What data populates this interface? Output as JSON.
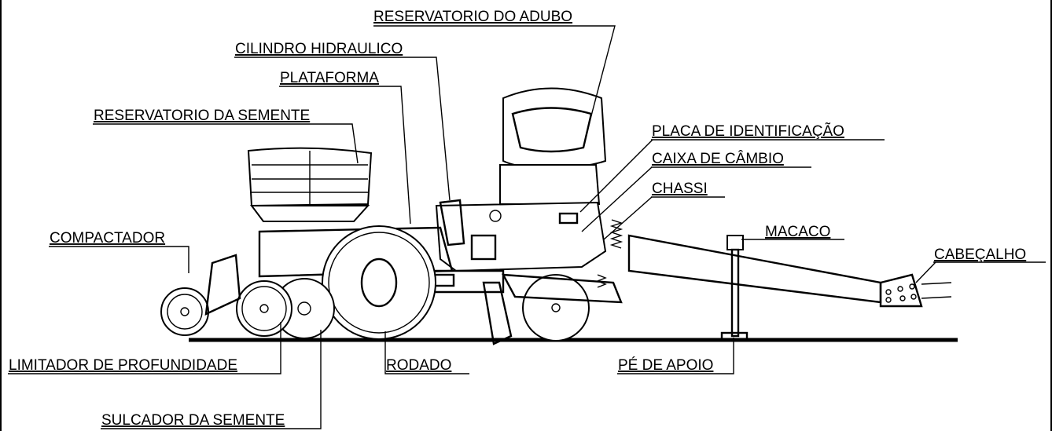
{
  "labels": {
    "reservatorio_adubo": "RESERVATORIO DO ADUBO",
    "cilindro_hidraulico": "CILINDRO HIDRAULICO",
    "plataforma": "PLATAFORMA",
    "reservatorio_semente": "RESERVATORIO DA SEMENTE",
    "placa_identificacao": "PLACA DE IDENTIFICAÇÃO",
    "caixa_cambio": "CAIXA DE CÂMBIO",
    "chassi": "CHASSI",
    "macaco": "MACACO",
    "cabecalho": "CABEÇALHO",
    "compactador": "COMPACTADOR",
    "limitador_profundidade": "LIMITADOR DE PROFUNDIDADE",
    "rodado": "RODADO",
    "pe_apoio": "PÉ DE APOIO",
    "sulcador_semente": "SULCADOR DA SEMENTE"
  }
}
